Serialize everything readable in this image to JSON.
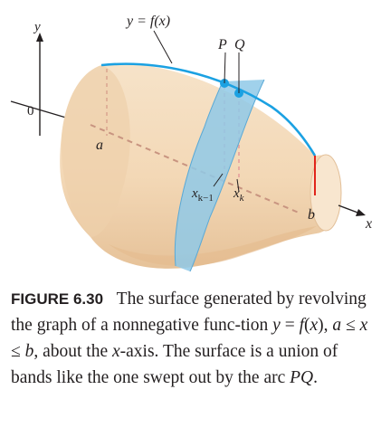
{
  "diagram": {
    "axis_labels": {
      "y": "y",
      "x": "x",
      "origin": "0"
    },
    "curve_label": "y = f(x)",
    "point_labels": {
      "P": "P",
      "Q": "Q"
    },
    "x_marks": {
      "a": "a",
      "b": "b",
      "x_k_minus_1": "x",
      "x_k_minus_1_sub": "k−1",
      "x_k": "x",
      "x_k_sub": "k"
    },
    "colors": {
      "surface": "#f4dcbf",
      "surface_shade": "#e9c59d",
      "band": "#8fc9e8",
      "curve": "#1ba1e2",
      "radius_segment": "#e1251b",
      "dashed": "#d9a48f"
    }
  },
  "caption": {
    "figure_label": "FIGURE 6.30",
    "text_1": "The surface generated by revolving the graph of a nonnegative func-tion ",
    "eq_1": "y",
    "text_2": " = ",
    "eq_2": "f",
    "text_3": "(",
    "eq_3": "x",
    "text_4": "), ",
    "eq_4": "a",
    "text_5": " ≤ ",
    "eq_5": "x",
    "text_6": " ≤ ",
    "eq_6": "b",
    "text_7": ", about the ",
    "eq_7": "x",
    "text_8": "-axis. The surface is a union of bands like the one swept out by the arc ",
    "eq_8": "PQ",
    "text_9": "."
  }
}
